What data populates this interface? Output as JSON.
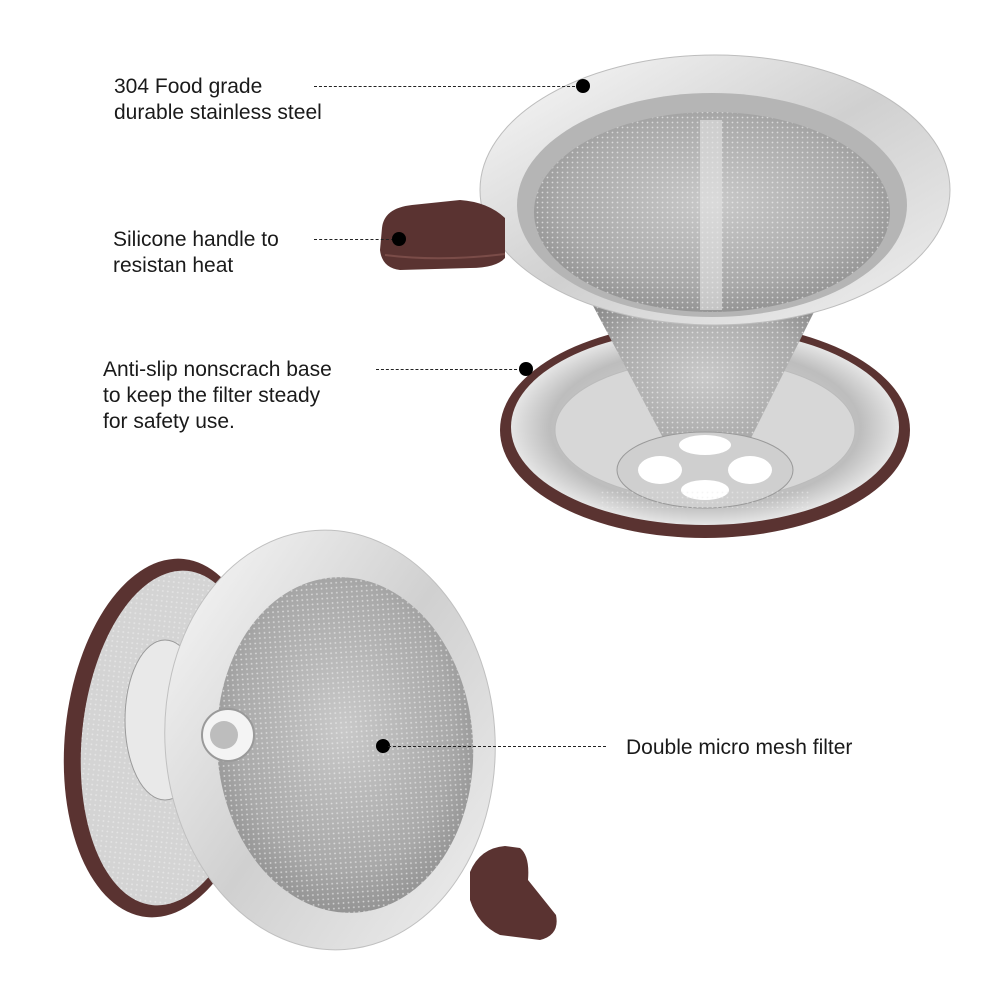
{
  "callouts": [
    {
      "id": "stainless-steel",
      "text": "304 Food grade\ndurable stainless steel"
    },
    {
      "id": "silicone-handle",
      "text": "Silicone handle to\nresistan heat"
    },
    {
      "id": "anti-slip-base",
      "text": "Anti-slip nonscrach base\nto keep the filter steady\nfor safety use."
    },
    {
      "id": "mesh-filter",
      "text": "Double micro mesh filter"
    }
  ],
  "colors": {
    "silicone": "#5a3331",
    "steel_light": "#f2f2f2",
    "steel_mid": "#c8c8c8",
    "steel_dark": "#8a8a8a",
    "leader": "#222222",
    "text": "#1a1a1a"
  }
}
